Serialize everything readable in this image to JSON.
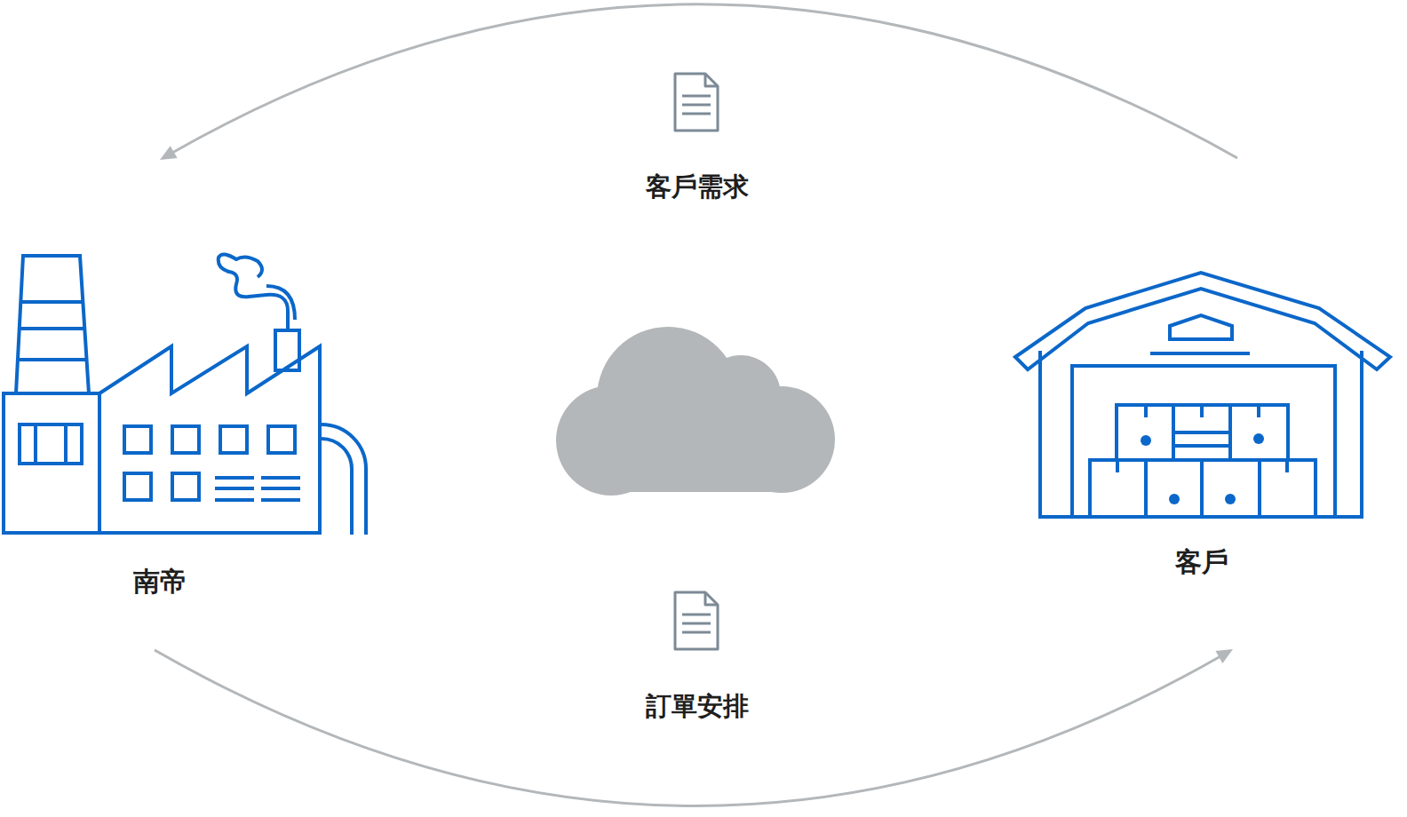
{
  "diagram": {
    "nodes": [
      {
        "text": [
          "南帝"
        ]
      },
      {
        "text": [
          "客戶"
        ]
      }
    ],
    "edges": [
      {
        "from": 1,
        "to": 0,
        "arrow": "to",
        "label": "客戶需求"
      },
      {
        "from": 0,
        "to": 1,
        "arrow": "to",
        "label": "訂單安排"
      }
    ]
  }
}
